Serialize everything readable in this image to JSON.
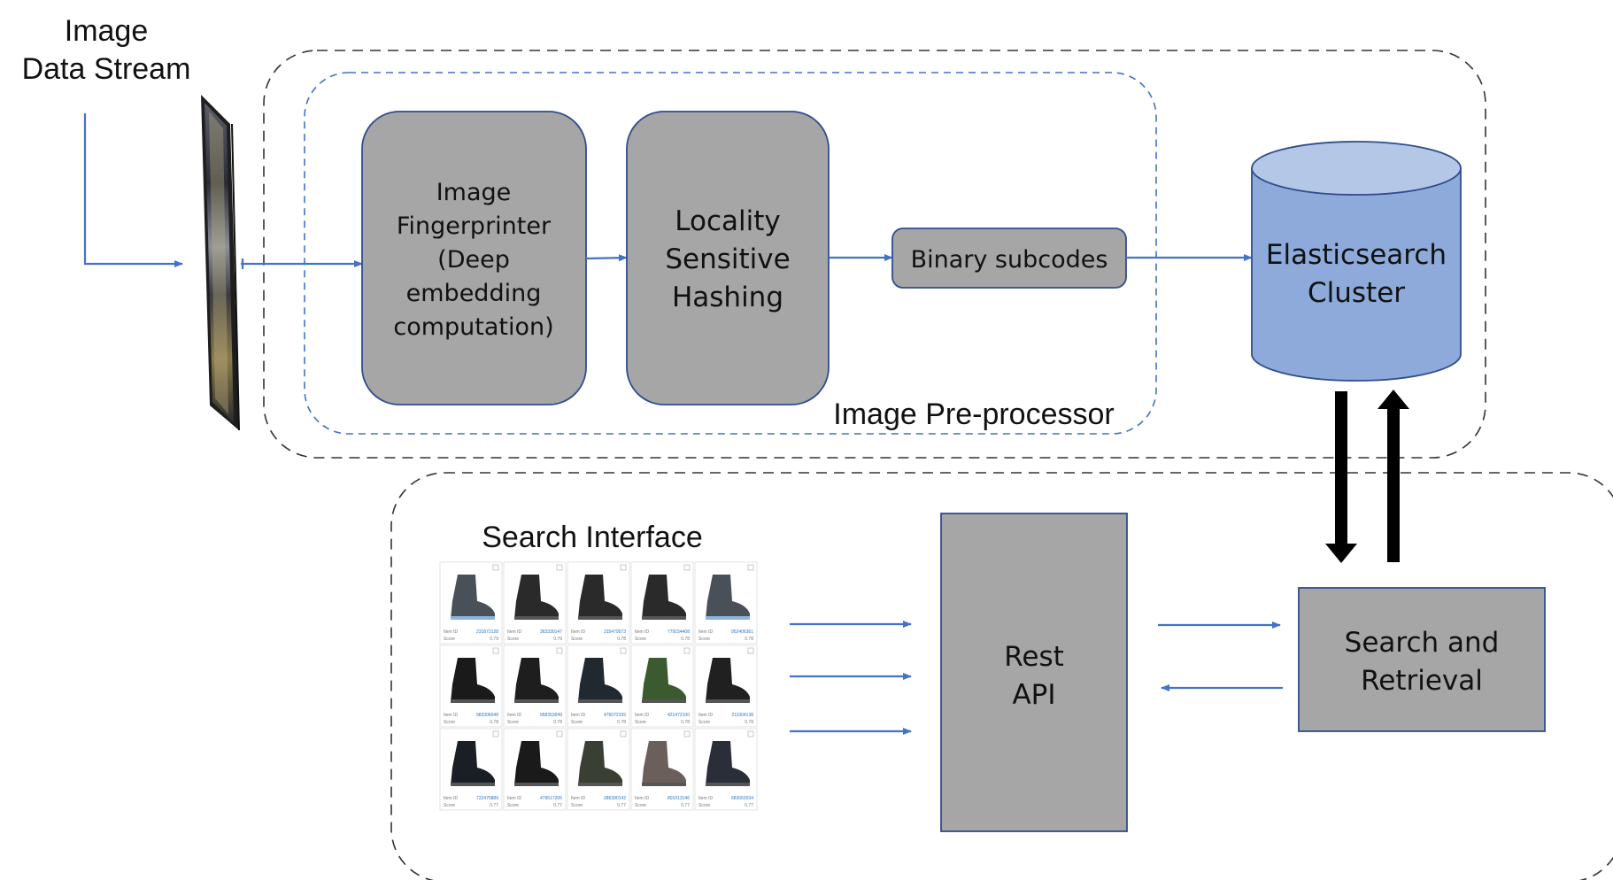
{
  "source": {
    "line1": "Image",
    "line2": "Data Stream"
  },
  "preprocessor": {
    "label": "Image Pre-processor",
    "fingerprinter": {
      "lines": [
        "Image",
        "Fingerprinter",
        "(Deep",
        "embedding",
        "computation)"
      ]
    },
    "lsh": {
      "lines": [
        "Locality",
        "Sensitive",
        "Hashing"
      ]
    },
    "subcodes": "Binary subcodes"
  },
  "elasticsearch": {
    "lines": [
      "Elasticsearch",
      "Cluster"
    ]
  },
  "search_interface": {
    "title": "Search Interface",
    "result_ids": [
      [
        "231872128",
        "363330147",
        "315479573",
        "779154408",
        "952406361"
      ],
      [
        "983306048",
        "958353049",
        "476072155",
        "421472100",
        "211004138"
      ],
      [
        "722475889",
        "479517206",
        "286390142",
        "801013146",
        "683062034"
      ]
    ],
    "result_scores": [
      [
        "0.79",
        "0.79",
        "0.78",
        "0.78",
        "0.78"
      ],
      [
        "0.78",
        "0.78",
        "0.78",
        "0.78",
        "0.78"
      ],
      [
        "0.77",
        "0.77",
        "0.77",
        "0.77",
        "0.77"
      ]
    ],
    "item_id_label": "Item ID",
    "score_label": "Score"
  },
  "rest_api": {
    "lines": [
      "Rest",
      "API"
    ]
  },
  "search_retrieval": {
    "lines": [
      "Search and",
      "Retrieval"
    ]
  },
  "colors": {
    "flow_arrow": "#4472c4",
    "gray_box": "#a6a6a6",
    "box_border": "#2f4d8c",
    "cylinder_body": "#8eaadb",
    "cylinder_top": "#b4c7e7",
    "inner_dashed": "#4472c4",
    "outer_dashed": "#333333"
  }
}
